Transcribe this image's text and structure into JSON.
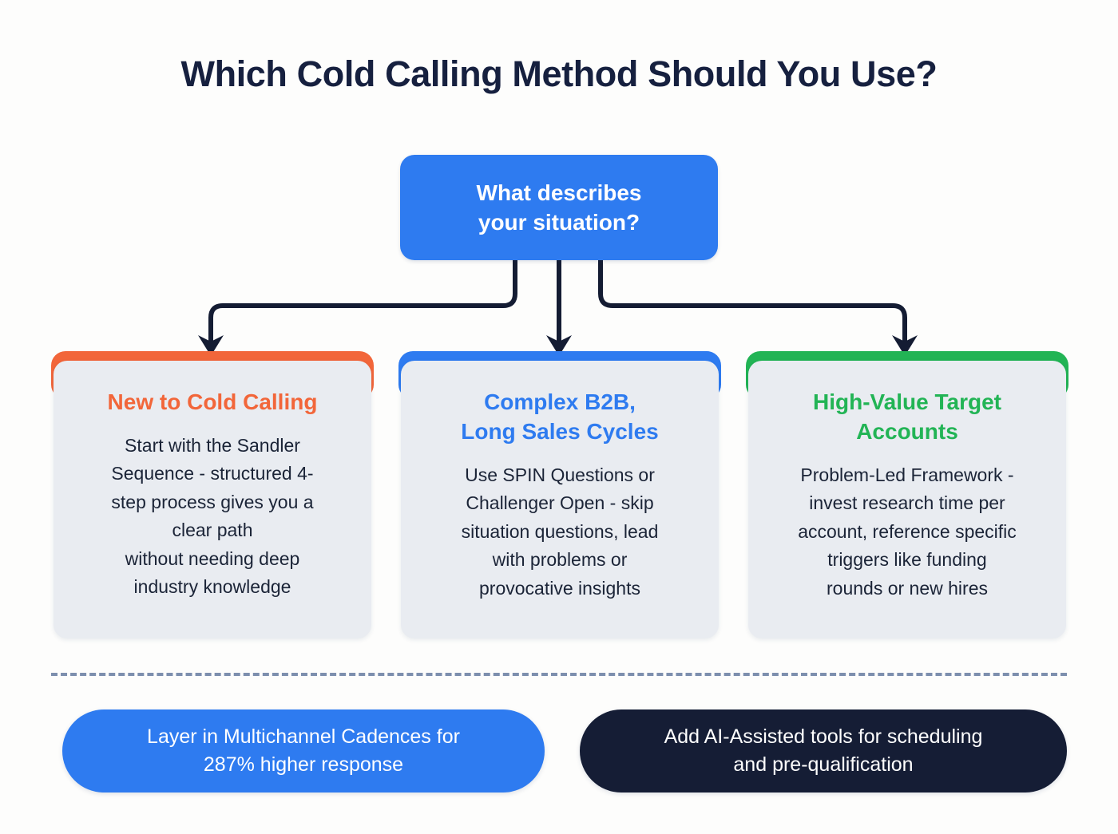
{
  "title": "Which Cold Calling Method Should You Use?",
  "colors": {
    "background": "#fdfdfc",
    "title_text": "#16203f",
    "accent_blue": "#2e7bf0",
    "accent_orange": "#f2663a",
    "accent_green": "#22b455",
    "accent_dark": "#151d35",
    "card_background": "#e9ecf1",
    "body_text": "#1b2437",
    "connector": "#141c33",
    "divider": "#7d8fae"
  },
  "root_node": {
    "label": "What describes\nyour situation?",
    "background": "#2e7bf0",
    "text_color": "#ffffff"
  },
  "branches": [
    {
      "title": "New to Cold Calling",
      "accent": "#f2663a",
      "text": "Start with the Sandler\nSequence - structured 4-\nstep process gives you a\nclear path\nwithout needing deep\nindustry knowledge"
    },
    {
      "title": "Complex B2B,\nLong Sales Cycles",
      "accent": "#2e7bf0",
      "text": "Use SPIN Questions or\nChallenger Open - skip\nsituation questions, lead\nwith problems or\nprovocative insights"
    },
    {
      "title": "High-Value Target\nAccounts",
      "accent": "#22b455",
      "text": "Problem-Led Framework -\ninvest research time per\naccount, reference specific\ntriggers like funding\nrounds or new hires"
    }
  ],
  "footer_pills": [
    {
      "label": "Layer in Multichannel Cadences for\n287% higher response",
      "background": "#2e7bf0",
      "text_color": "#ffffff"
    },
    {
      "label": "Add AI-Assisted tools for scheduling\nand pre-qualification",
      "background": "#151d35",
      "text_color": "#ffffff"
    }
  ],
  "divider": {
    "style": "dashed",
    "color": "#7d8fae"
  }
}
